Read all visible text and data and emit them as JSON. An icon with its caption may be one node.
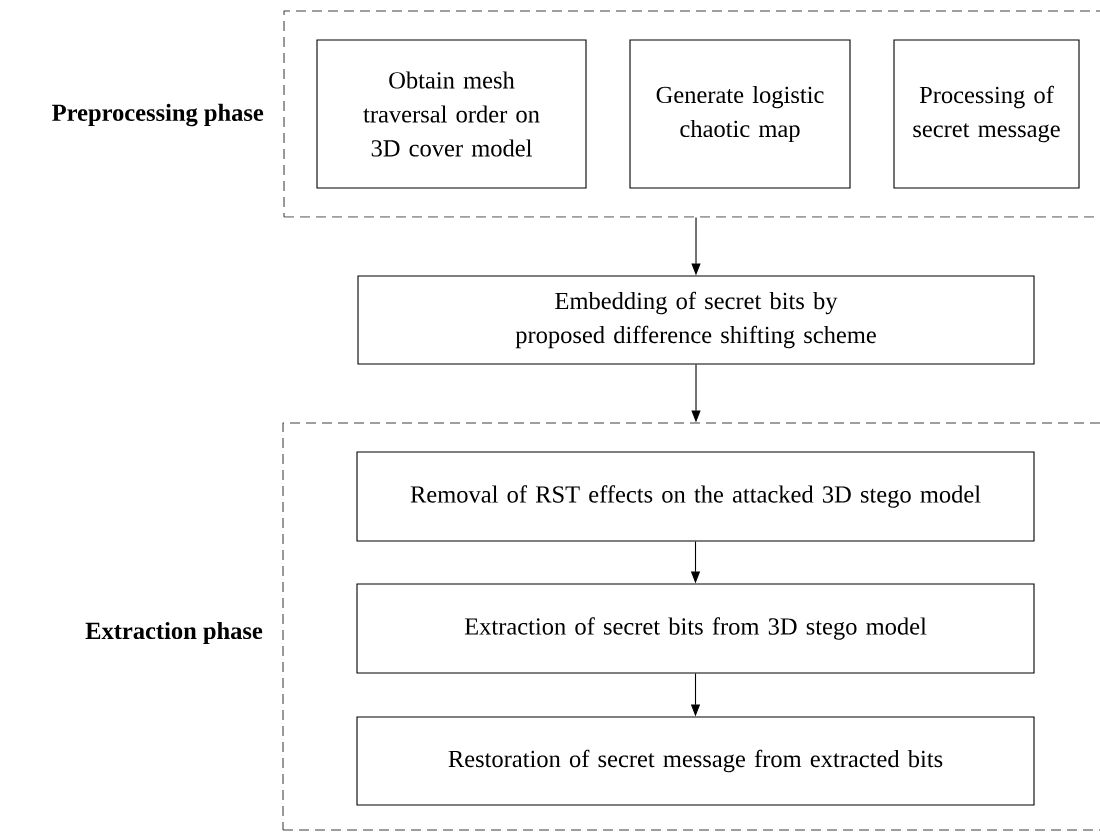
{
  "diagram": {
    "nodes": [
      {
        "text": [
          "Preprocessing phase"
        ]
      },
      {
        "text": [
          "Obtain mesh traversal order on 3D cover model"
        ],
        "in": 0
      },
      {
        "text": [
          "Generate logistic chaotic map"
        ],
        "in": 0
      },
      {
        "text": [
          "Processing of secret message"
        ],
        "in": 0
      },
      {
        "text": [
          "Embedding of secret bits by proposed difference shifting scheme"
        ]
      },
      {
        "text": [
          "Extraction phase"
        ]
      },
      {
        "text": [
          "Removal of RST effects on the attacked 3D stego model"
        ],
        "in": 5
      },
      {
        "text": [
          "Extraction of secret bits from 3D stego model"
        ],
        "in": 5
      },
      {
        "text": [
          "Restoration of secret message from extracted bits"
        ],
        "in": 5
      }
    ],
    "edges": [
      {
        "from": 0,
        "to": 4,
        "arrow": "to"
      },
      {
        "from": 4,
        "to": 5,
        "arrow": "to"
      },
      {
        "from": 6,
        "to": 7,
        "arrow": "to"
      },
      {
        "from": 7,
        "to": 8,
        "arrow": "to"
      }
    ]
  }
}
